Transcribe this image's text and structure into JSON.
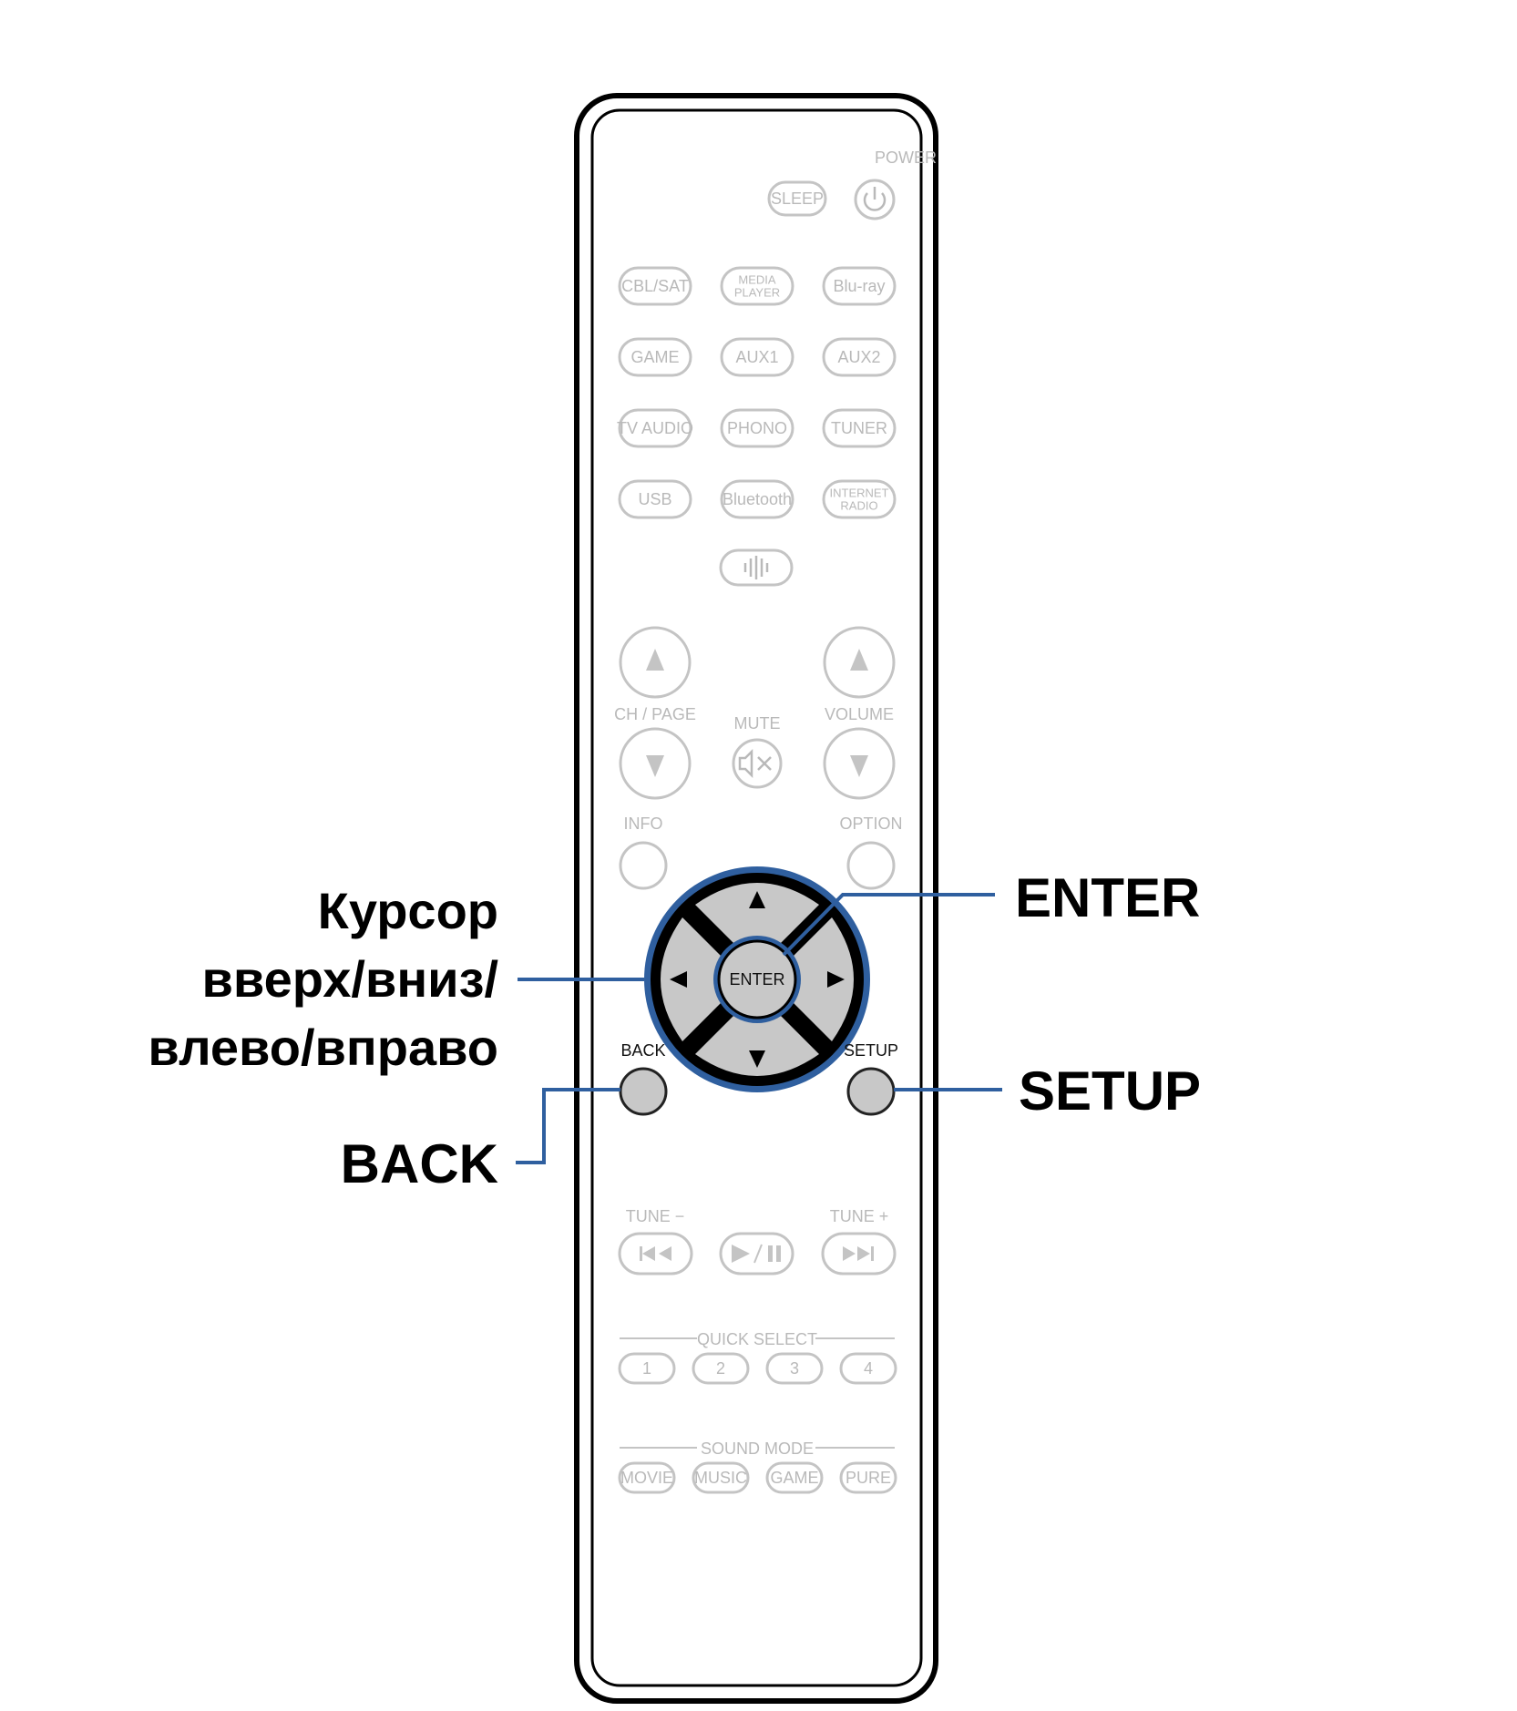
{
  "remote": {
    "power_label": "POWER",
    "sleep_label": "SLEEP",
    "source_buttons": [
      [
        "CBL/SAT",
        "MEDIA\nPLAYER",
        "Blu-ray"
      ],
      [
        "GAME",
        "AUX1",
        "AUX2"
      ],
      [
        "TV AUDIO",
        "PHONO",
        "TUNER"
      ],
      [
        "USB",
        "Bluetooth",
        "INTERNET\nRADIO"
      ]
    ],
    "ch_page_label": "CH / PAGE",
    "mute_label": "MUTE",
    "volume_label": "VOLUME",
    "info_label": "INFO",
    "option_label": "OPTION",
    "enter_label": "ENTER",
    "back_label": "BACK",
    "setup_label": "SETUP",
    "tune_minus_label": "TUNE −",
    "tune_plus_label": "TUNE +",
    "quick_select_label": "QUICK SELECT",
    "quick_select_buttons": [
      "1",
      "2",
      "3",
      "4"
    ],
    "sound_mode_label": "SOUND MODE",
    "sound_mode_buttons": [
      "MOVIE",
      "MUSIC",
      "GAME",
      "PURE"
    ]
  },
  "callouts": {
    "cursor_lines": [
      "Курсор",
      "вверх/вниз/",
      "влево/вправо"
    ],
    "enter": "ENTER",
    "setup": "SETUP",
    "back": "BACK"
  },
  "colors": {
    "leader": "#2f5f9f",
    "highlight_ring": "#2f5f9f",
    "inactive": "#c4c4c4"
  }
}
